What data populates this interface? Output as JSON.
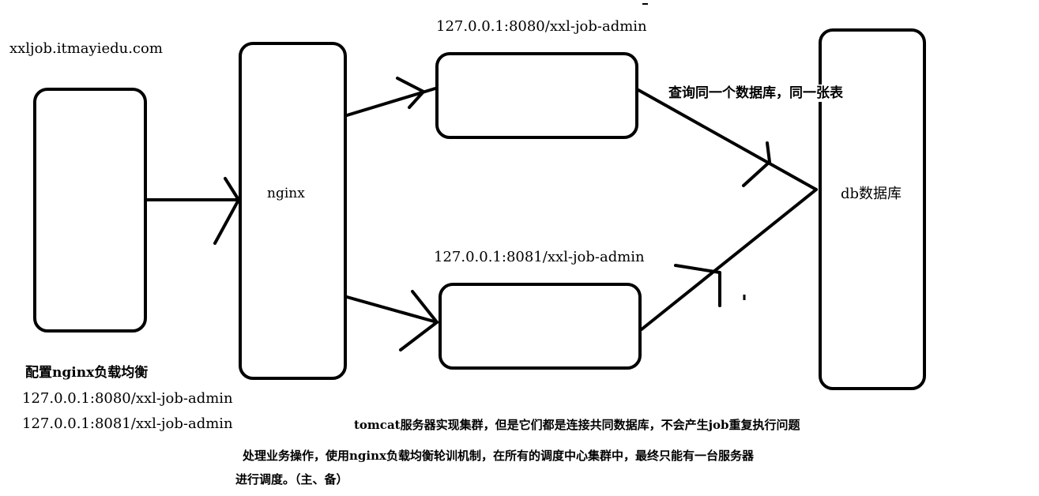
{
  "url_label": "xxljob.itmayiedu.com",
  "nginx_label": "nginx",
  "server1_label": "127.0.0.1:8080/xxl-job-admin",
  "server2_label": "127.0.0.1:8081/xxl-job-admin",
  "db_label": "db数据库",
  "db_note": "查询同一个数据库，同一张表",
  "config": {
    "title": "配置nginx负载均衡",
    "line1": "127.0.0.1:8080/xxl-job-admin",
    "line2": "127.0.0.1:8081/xxl-job-admin"
  },
  "notes": {
    "line1": "tomcat服务器实现集群，但是它们都是连接共同数据库，不会产生job重复执行问题",
    "line2": "处理业务操作，使用nginx负载均衡轮训机制，在所有的调度中心集群中，最终只能有一台服务器",
    "line3": "进行调度。（主、备）"
  },
  "colors": {
    "ink": "#000000",
    "background": "#ffffff"
  }
}
